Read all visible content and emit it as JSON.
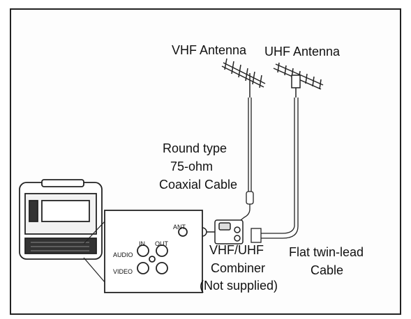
{
  "labels": {
    "vhf_antenna": "VHF Antenna",
    "uhf_antenna": "UHF Antenna",
    "coax_line1": "Round type",
    "coax_line2": "75-ohm",
    "coax_line3": "Coaxial Cable",
    "combiner_line1": "VHF/UHF",
    "combiner_line2": "Combiner",
    "combiner_line3": "(Not supplied)",
    "twinlead_line1": "Flat twin-lead",
    "twinlead_line2": "Cable"
  },
  "panel": {
    "ant": "ANT",
    "in": "IN",
    "out": "OUT",
    "audio": "AUDIO",
    "video": "VIDEO"
  }
}
